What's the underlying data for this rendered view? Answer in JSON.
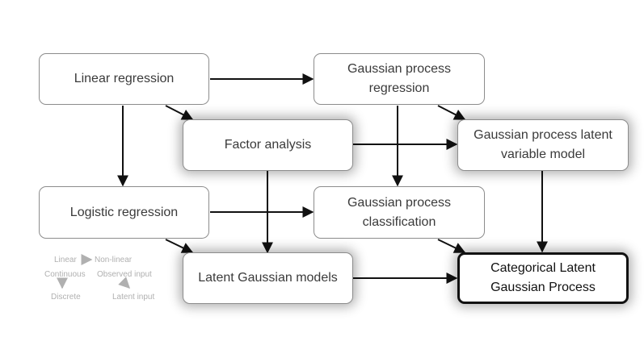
{
  "diagram": {
    "nodes": {
      "linear_regression": "Linear regression",
      "gp_regression_line1": "Gaussian process",
      "gp_regression_line2": "regression",
      "factor_analysis": "Factor analysis",
      "gplvm_line1": "Gaussian process latent",
      "gplvm_line2": "variable model",
      "logistic_regression": "Logistic regression",
      "gp_classification_line1": "Gaussian process",
      "gp_classification_line2": "classification",
      "latent_gaussian_models": "Latent Gaussian models",
      "clgp_line1": "Categorical Latent",
      "clgp_line2": "Gaussian Process"
    },
    "legend": {
      "linear": "Linear",
      "non_linear": "Non-linear",
      "continuous": "Continuous",
      "discrete": "Discrete",
      "observed_input": "Observed input",
      "latent_input": "Latent input"
    },
    "colors": {
      "arrow": "#111111",
      "legend": "#b0b0b0",
      "box_border": "#8c8c8c",
      "final_border": "#111111"
    }
  }
}
